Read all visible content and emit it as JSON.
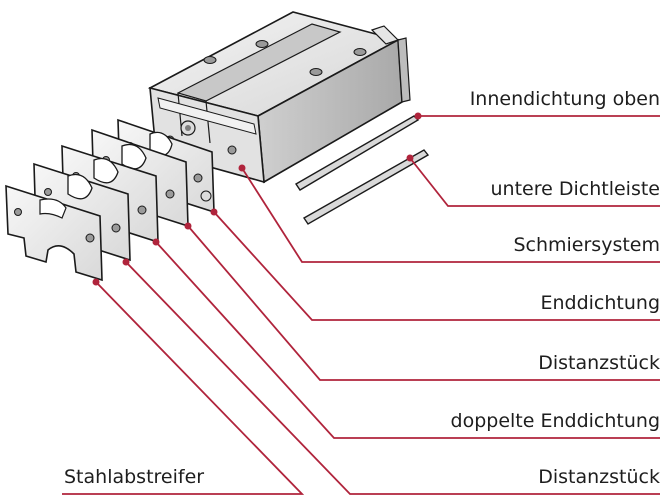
{
  "colors": {
    "leader": "#b0243c",
    "outline": "#1a1a1a",
    "metal_light": "#eeeeee",
    "metal_mid": "#cfcfcf",
    "metal_dark": "#8a8a8a",
    "label_text": "#1e1e1e"
  },
  "labels": {
    "innendichtung_oben": "Innendichtung oben",
    "untere_dichtleiste": "untere Dichtleiste",
    "schmiersystem": "Schmiersystem",
    "enddichtung": "Enddichtung",
    "distanzstueck_1": "Distanzstück",
    "doppelte_enddichtung": "doppelte Enddichtung",
    "distanzstueck_2": "Distanzstück",
    "stahlabstreifer": "Stahlabstreifer"
  }
}
